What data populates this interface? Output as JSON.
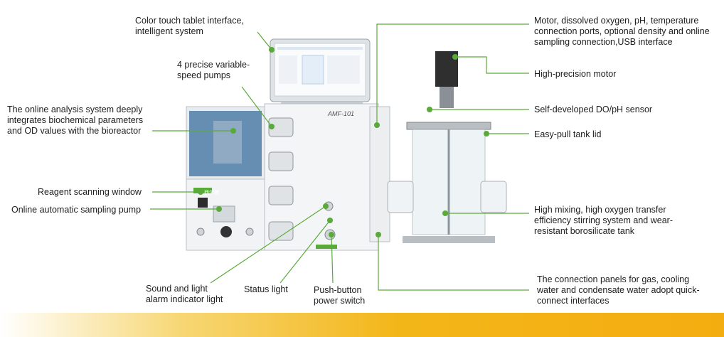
{
  "labels": {
    "touch_tablet": "Color touch tablet interface,\nintelligent system",
    "pumps": "4 precise variable-\nspeed pumps",
    "online_analysis": "The online analysis system deeply\nintegrates biochemical parameters\nand OD values with the bioreactor",
    "reagent_window": "Reagent scanning window",
    "sampling_pump": "Online automatic sampling pump",
    "alarm_light": "Sound and light\nalarm indicator light",
    "status_light": "Status light",
    "power_switch": "Push-button\npower switch",
    "ports": "Motor, dissolved oxygen, pH, temperature\nconnection ports, optional density and online\nsampling connection,USB interface",
    "motor": "High-precision motor",
    "sensor": "Self-developed DO/pH sensor",
    "tank_lid": "Easy-pull tank lid",
    "mixing": "High mixing, high oxygen transfer\nefficiency stirring system and wear-\nresistant borosilicate tank",
    "connection_panels": "The connection panels for gas, cooling\nwater and condensate water adopt quick-\nconnect interfaces"
  },
  "device": {
    "model": "AMF-101",
    "brand": "西尔曼"
  },
  "colors": {
    "accent": "#5aaa3a",
    "band": "#f4ad10"
  }
}
